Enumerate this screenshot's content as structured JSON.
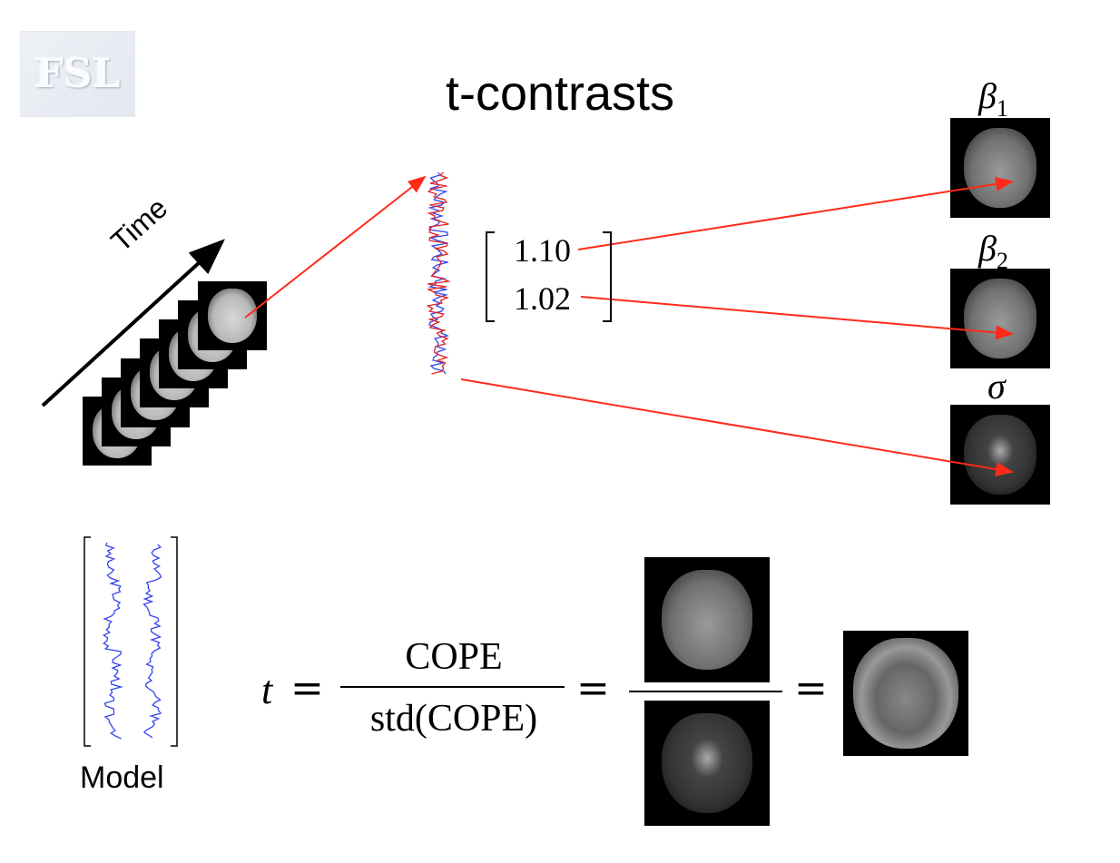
{
  "logo_text": "FSL",
  "title": "t-contrasts",
  "time_label": "Time",
  "parameters": [
    "1.10",
    "1.02"
  ],
  "map_labels": {
    "beta1": "β",
    "beta1_sub": "1",
    "beta2": "β",
    "beta2_sub": "2",
    "sigma": "σ"
  },
  "model_label": "Model",
  "equation": {
    "lhs": "t",
    "eq": "=",
    "numerator": "COPE",
    "denominator": "std(COPE)"
  },
  "colors": {
    "arrow": "#ff2a1a",
    "data": "#e02020",
    "model": "#3344ee"
  }
}
